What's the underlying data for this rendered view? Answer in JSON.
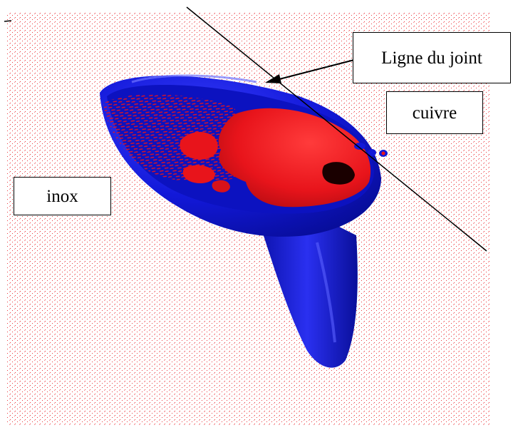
{
  "labels": {
    "joint_line": "Ligne du joint",
    "copper": "cuivre",
    "steel": "inox"
  },
  "colors": {
    "background": "#ffffff",
    "fluid_red": "#e8141b",
    "solid_blue": "#1218d8",
    "line": "#000000"
  },
  "scene": {
    "description_icon": "weld-pool-3d-isosurface",
    "arrow_icon": "arrow-left-down-icon"
  }
}
